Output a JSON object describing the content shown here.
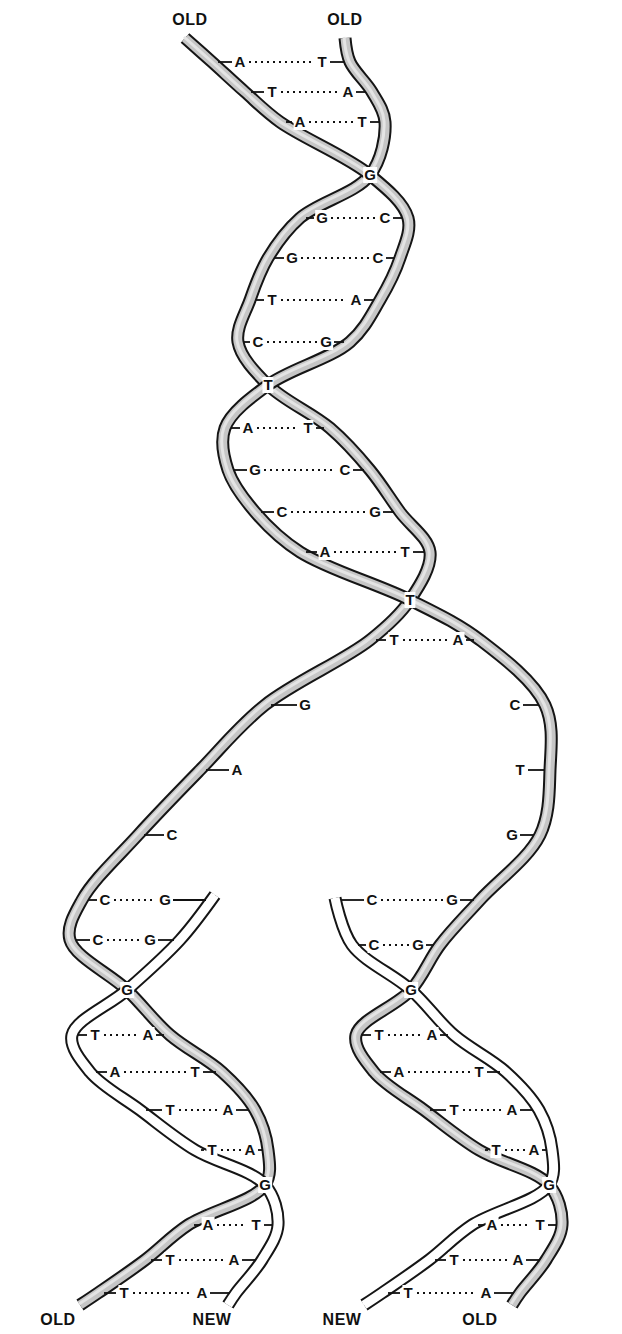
{
  "diagram": {
    "labels": [
      "OLD",
      "OLD",
      "A",
      "T",
      "T",
      "A",
      "A",
      "T",
      "G",
      "G",
      "C",
      "G",
      "C",
      "T",
      "A",
      "C",
      "G",
      "T",
      "A",
      "T",
      "G",
      "C",
      "C",
      "G",
      "A",
      "T",
      "T",
      "T",
      "A",
      "G",
      "C",
      "A",
      "T",
      "C",
      "G",
      "C",
      "G",
      "C",
      "G",
      "C",
      "G",
      "C",
      "G",
      "G",
      "G",
      "T",
      "A",
      "T",
      "A",
      "A",
      "T",
      "A",
      "T",
      "T",
      "A",
      "T",
      "A",
      "T",
      "A",
      "T",
      "A",
      "G",
      "G",
      "A",
      "T",
      "A",
      "T",
      "T",
      "A",
      "T",
      "A",
      "T",
      "A",
      "T",
      "A",
      "OLD",
      "NEW",
      "NEW",
      "OLD"
    ]
  }
}
